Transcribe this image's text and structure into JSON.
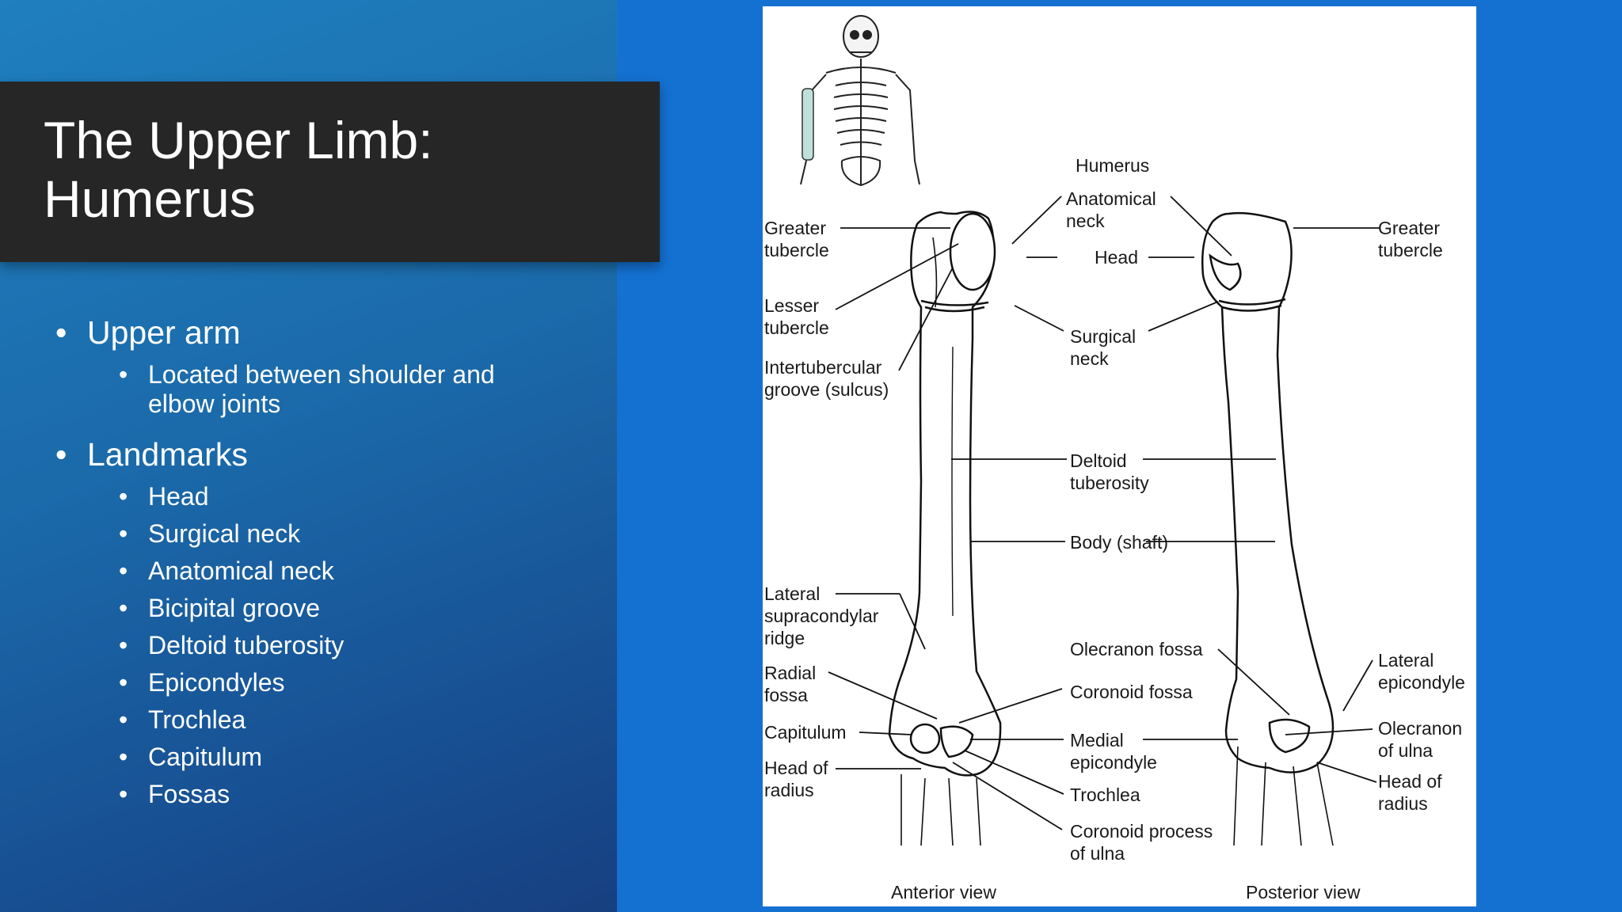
{
  "slide": {
    "title_line1": "The Upper Limb:",
    "title_line2": "Humerus",
    "bullets": [
      {
        "text": "Upper arm",
        "children": [
          "Located between shoulder and",
          "elbow joints"
        ]
      },
      {
        "text": "Landmarks",
        "children": [
          "Head",
          "Surgical neck",
          "Anatomical neck",
          "Bicipital groove",
          "Deltoid tuberosity",
          "Epicondyles",
          "Trochlea",
          "Capitulum",
          "Fossas"
        ]
      }
    ]
  },
  "figure": {
    "humerus_label": "Humerus",
    "anterior_caption": "Anterior view",
    "posterior_caption": "Posterior view",
    "labels": {
      "greater_tubercle_l": [
        "Greater",
        "tubercle"
      ],
      "lesser_tubercle": [
        "Lesser",
        "tubercle"
      ],
      "intertubercular": [
        "Intertubercular",
        "groove (sulcus)"
      ],
      "anatomical_neck": [
        "Anatomical",
        "neck"
      ],
      "head": "Head",
      "surgical_neck": [
        "Surgical",
        "neck"
      ],
      "deltoid_tuberosity": [
        "Deltoid",
        "tuberosity"
      ],
      "body_shaft": "Body (shaft)",
      "lateral_supracondylar": [
        "Lateral",
        "supracondylar",
        "ridge"
      ],
      "radial_fossa": [
        "Radial",
        "fossa"
      ],
      "capitulum": "Capitulum",
      "head_of_radius_l": [
        "Head of",
        "radius"
      ],
      "olecranon_fossa": "Olecranon fossa",
      "coronoid_fossa": "Coronoid fossa",
      "medial_epicondyle": [
        "Medial",
        "epicondyle"
      ],
      "trochlea": "Trochlea",
      "coronoid_process": [
        "Coronoid process",
        "of ulna"
      ],
      "greater_tubercle_r": [
        "Greater",
        "tubercle"
      ],
      "lateral_epicondyle": [
        "Lateral",
        "epicondyle"
      ],
      "olecranon_of_ulna": [
        "Olecranon",
        "of ulna"
      ],
      "head_of_radius_r": [
        "Head of",
        "radius"
      ]
    }
  }
}
